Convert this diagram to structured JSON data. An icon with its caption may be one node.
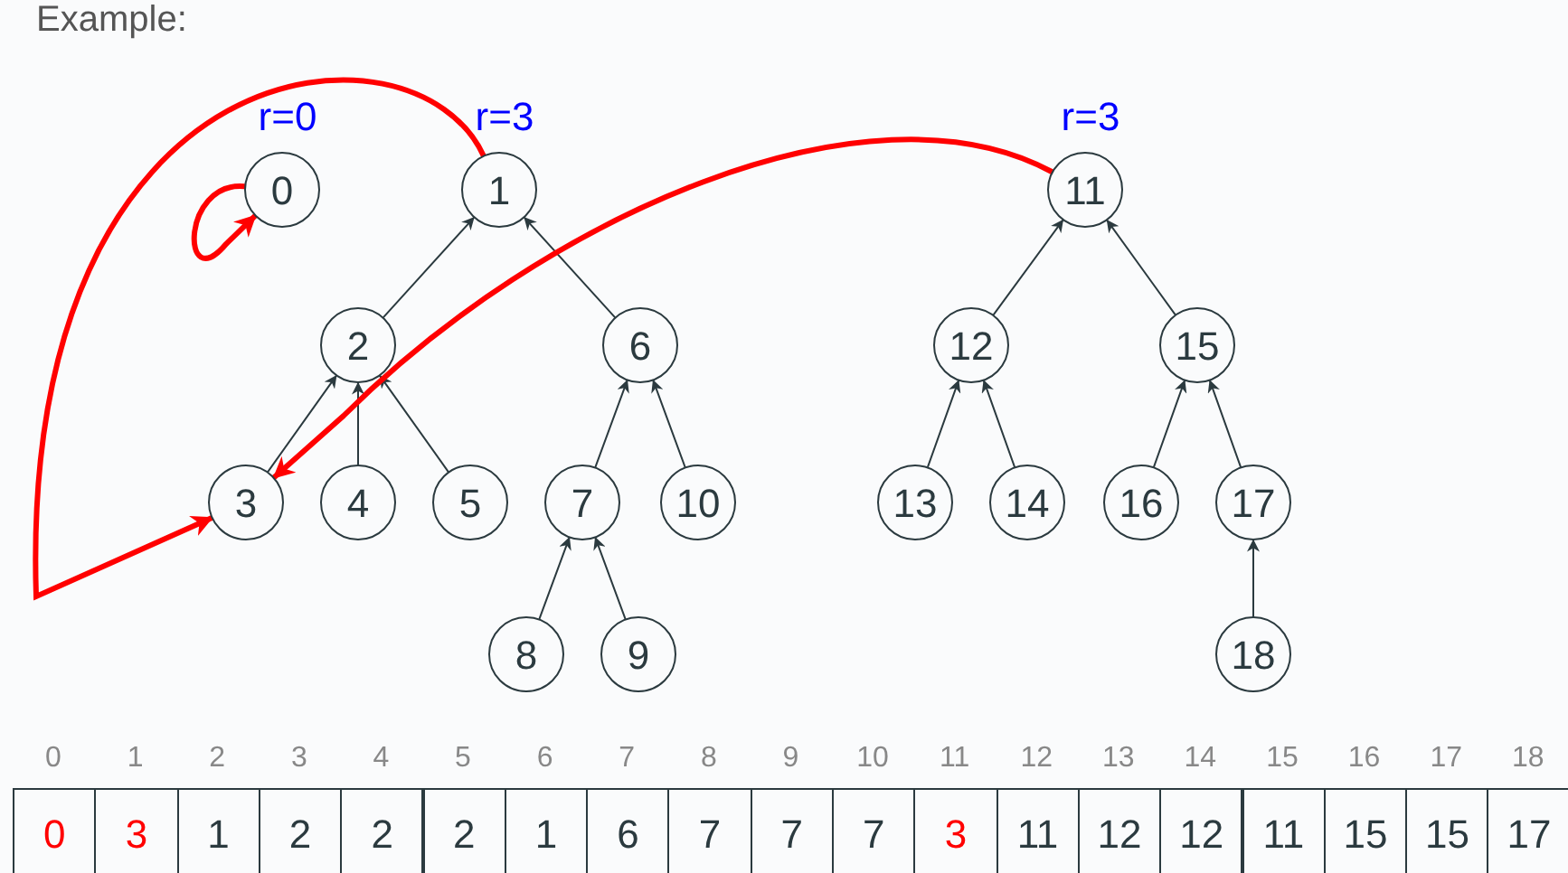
{
  "diagram": {
    "nodes": [
      {
        "text": [
          "0"
        ],
        "beside": [
          "r=0"
        ]
      },
      {
        "text": [
          "1"
        ],
        "beside": [
          "r=3"
        ]
      },
      {
        "text": [
          "2"
        ]
      },
      {
        "text": [
          "3"
        ]
      },
      {
        "text": [
          "4"
        ]
      },
      {
        "text": [
          "5"
        ]
      },
      {
        "text": [
          "6"
        ]
      },
      {
        "text": [
          "7"
        ]
      },
      {
        "text": [
          "8"
        ]
      },
      {
        "text": [
          "9"
        ]
      },
      {
        "text": [
          "10"
        ]
      },
      {
        "text": [
          "11"
        ],
        "beside": [
          "r=3"
        ]
      },
      {
        "text": [
          "12"
        ]
      },
      {
        "text": [
          "13"
        ]
      },
      {
        "text": [
          "14"
        ]
      },
      {
        "text": [
          "15"
        ]
      },
      {
        "text": [
          "16"
        ]
      },
      {
        "text": [
          "17"
        ]
      },
      {
        "text": [
          "18"
        ]
      }
    ],
    "edges": [
      {
        "from": 2,
        "to": 1,
        "arrow": "to"
      },
      {
        "from": 6,
        "to": 1,
        "arrow": "to"
      },
      {
        "from": 3,
        "to": 2,
        "arrow": "to"
      },
      {
        "from": 4,
        "to": 2,
        "arrow": "to"
      },
      {
        "from": 5,
        "to": 2,
        "arrow": "to"
      },
      {
        "from": 7,
        "to": 6,
        "arrow": "to"
      },
      {
        "from": 10,
        "to": 6,
        "arrow": "to"
      },
      {
        "from": 8,
        "to": 7,
        "arrow": "to"
      },
      {
        "from": 9,
        "to": 7,
        "arrow": "to"
      },
      {
        "from": 12,
        "to": 11,
        "arrow": "to"
      },
      {
        "from": 15,
        "to": 11,
        "arrow": "to"
      },
      {
        "from": 13,
        "to": 12,
        "arrow": "to"
      },
      {
        "from": 14,
        "to": 12,
        "arrow": "to"
      },
      {
        "from": 16,
        "to": 15,
        "arrow": "to"
      },
      {
        "from": 17,
        "to": 15,
        "arrow": "to"
      },
      {
        "from": 18,
        "to": 17,
        "arrow": "to"
      },
      {
        "from": 1,
        "to": 3,
        "arrow": "to",
        "style": "thick",
        "color": "#ff0000"
      },
      {
        "from": 11,
        "to": 3,
        "arrow": "to",
        "style": "thick",
        "color": "#ff0000"
      },
      {
        "from": 0,
        "to": 0,
        "arrow": "to",
        "style": "thick",
        "color": "#ff0000"
      }
    ],
    "labels": [
      "Example:",
      "0",
      "1",
      "2",
      "3",
      "4",
      "5",
      "6",
      "7",
      "8",
      "9",
      "10",
      "11",
      "12",
      "13",
      "14",
      "15",
      "16",
      "17",
      "18",
      "0",
      "3",
      "1",
      "2",
      "2",
      "2",
      "1",
      "6",
      "7",
      "7",
      "7",
      "3",
      "11",
      "12",
      "12",
      "11",
      "15",
      "15",
      "17"
    ]
  }
}
